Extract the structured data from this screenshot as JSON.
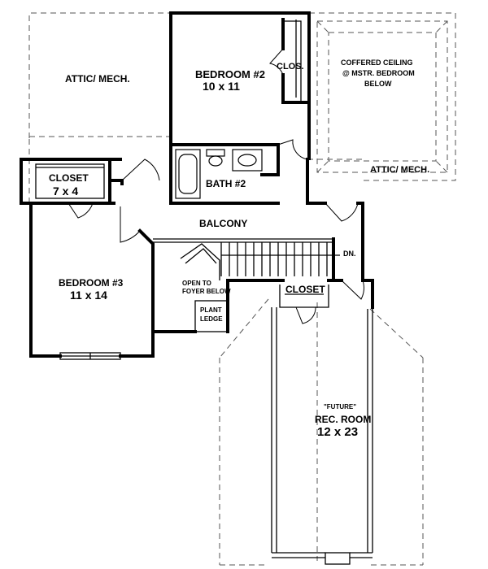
{
  "rooms": {
    "attic_left": "ATTIC/ MECH.",
    "attic_right": "ATTIC/ MECH.",
    "bedroom2_name": "BEDROOM #2",
    "bedroom2_size": "10 x 11",
    "clos": "CLOS.",
    "coffered_line1": "COFFERED CEILING",
    "coffered_line2": "@ MSTR. BEDROOM",
    "coffered_line3": "BELOW",
    "closet_left_name": "CLOSET",
    "closet_left_size": "7 x 4",
    "bath2": "BATH #2",
    "balcony": "BALCONY",
    "dn": "DN.",
    "bedroom3_name": "BEDROOM #3",
    "bedroom3_size": "11 x 14",
    "open_line1": "OPEN TO",
    "open_line2": "FOYER BELOW",
    "plant_line1": "PLANT",
    "plant_line2": "LEDGE",
    "closet_mid": "CLOSET",
    "future": "\"FUTURE\"",
    "rec_name": "REC. ROOM",
    "rec_size": "12 x 23"
  }
}
